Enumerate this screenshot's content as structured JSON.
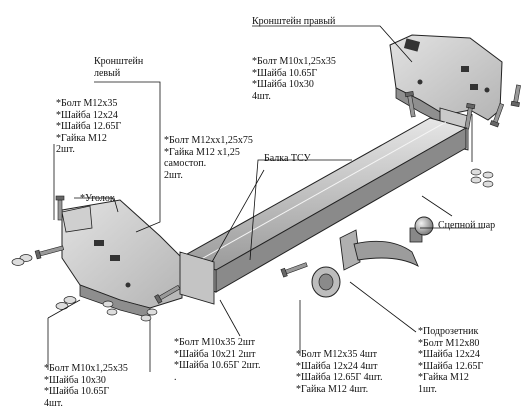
{
  "colors": {
    "ink": "#111111",
    "metal_light": "#d9d9d9",
    "metal_mid": "#a8a8a8",
    "metal_dark": "#6e6e6e"
  },
  "labels": {
    "bracket_right": "Кронштейн правый",
    "bracket_left": [
      "Кронштейн",
      "левый"
    ],
    "beam": "Балка ТСУ",
    "ball": "Сцепной шар",
    "corner": "*Уголок"
  },
  "notes": {
    "top_right": [
      "*Болт М10х1,25х35",
      "*Шайба 10.65Г",
      "*Шайба 10х30",
      "4шт."
    ],
    "left_top": [
      "*Болт М12х35",
      "*Шайба 12х24",
      "*Шайба 12.65Г",
      "*Гайка М12",
      "2шт."
    ],
    "center": [
      "*Болт М12хх1,25х75",
      "*Гайка М12 х1,25",
      "самостоп.",
      "2шт."
    ],
    "bottom_left": [
      "*Болт М10х1,25х35",
      "*Шайба 10х30",
      "*Шайба 10.65Г",
      "4шт."
    ],
    "bottom_center": [
      "*Болт М10х35 2шт",
      "*Шайба 10х21 2шт",
      "*Шайба 10.65Г 2шт."
    ],
    "bottom_center_dot": ".",
    "bottom_mid": [
      "*Болт М12х35 4шт",
      "*Шайба 12х24 4шт",
      "*Шайба 12.65Г 4шт.",
      "*Гайка М12 4шт."
    ],
    "bottom_right": [
      "*Подрозетник",
      "*Болт М12х80",
      "*Шайба 12х24",
      "*Шайба 12.65Г",
      "*Гайка М12",
      "1шт."
    ]
  }
}
